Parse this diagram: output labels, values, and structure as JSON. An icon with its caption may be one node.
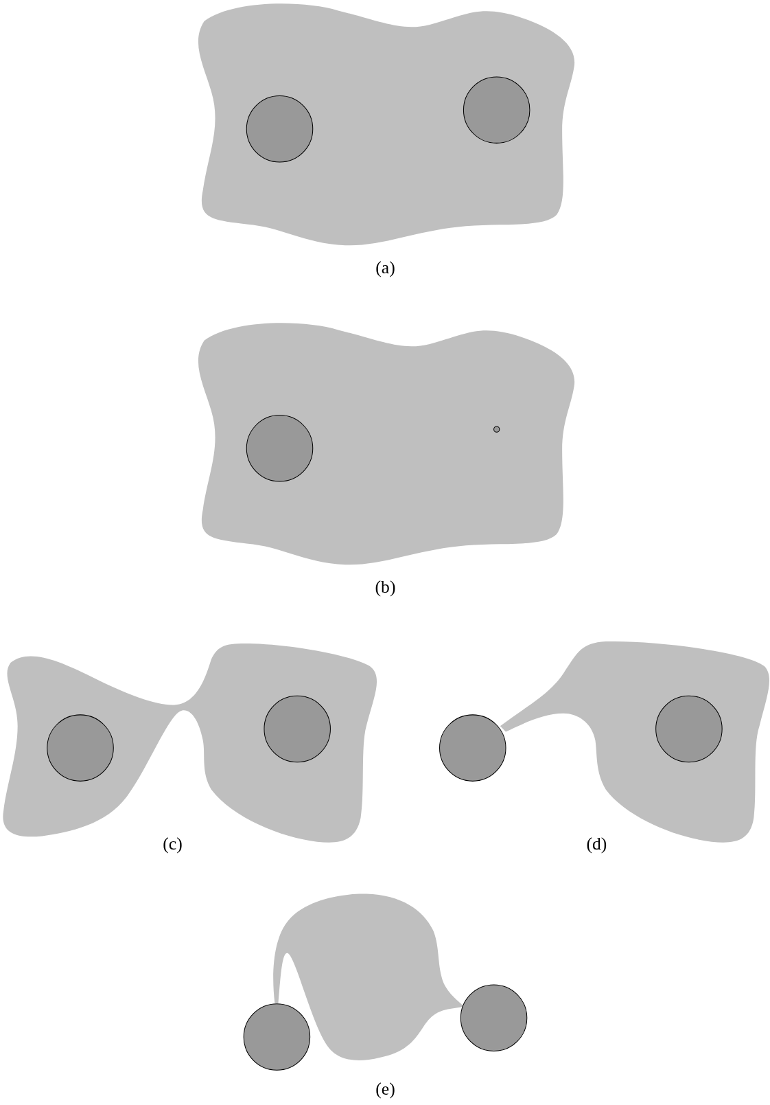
{
  "diagram": {
    "labels": [
      "(a)",
      "(b)",
      "(c)",
      "(d)",
      "(e)"
    ]
  }
}
